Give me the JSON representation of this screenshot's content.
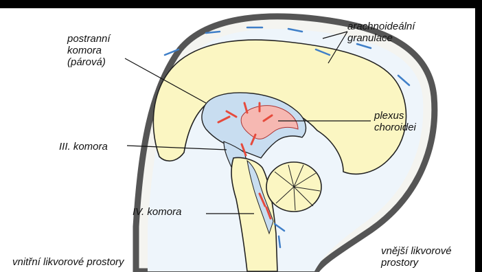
{
  "labels": {
    "lateral_ventricle": "postranní\nkomora\n(párová)",
    "arachnoid_granulations": "arachnoideální\ngranulace",
    "choroid_plexus": "plexus\nchoroidei",
    "third_ventricle": "III. komora",
    "fourth_ventricle": "IV. komora",
    "internal_csf_spaces": "vnitřní likvorové prostory",
    "external_csf_spaces": "vnější likvorové\nprostory"
  },
  "colors": {
    "brain_tissue": "#fbf6c2",
    "ventricles": "#c8ddf0",
    "choroid_plexus": "#f6b8b2",
    "skull": "#555555",
    "arrow_red": "#e64a3c",
    "arrow_blue": "#3f7fc8"
  }
}
